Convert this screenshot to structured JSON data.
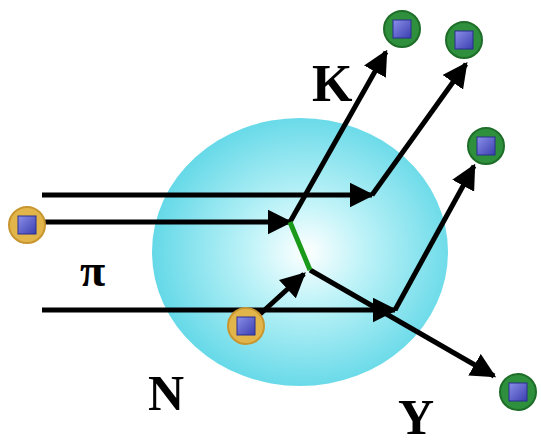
{
  "diagram": {
    "labels": [
      "K",
      "π",
      "N",
      "Y"
    ]
  }
}
